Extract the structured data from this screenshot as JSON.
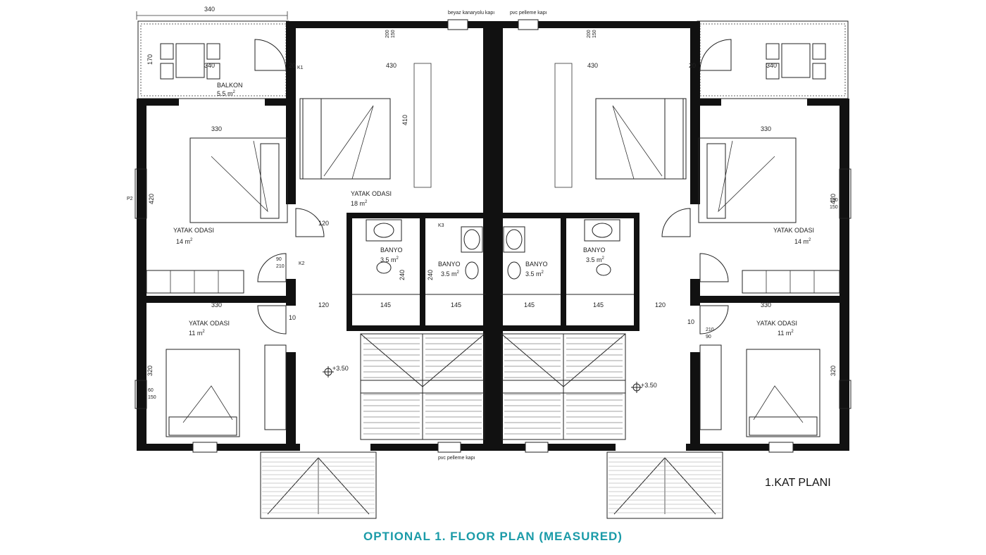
{
  "caption": "OPTIONAL 1. FLOOR PLAN (MEASURED)",
  "plan_title": "1.KAT PLANI",
  "colors": {
    "caption": "#1a9ba8",
    "walls": "#111111"
  },
  "rooms": {
    "balkon_name": "BALKON",
    "balkon_area": "5.5 m",
    "yatak_odasi": "YATAK ODASI",
    "area_18": "18 m",
    "area_14": "14 m",
    "area_11": "11 m",
    "banyo": "BANYO",
    "area_35": "3.5 m",
    "sup2": "2"
  },
  "dims": {
    "d340": "340",
    "d170": "170",
    "d430": "430",
    "d410": "410",
    "d330": "330",
    "d420": "420",
    "d120": "120",
    "d240": "240",
    "d145": "145",
    "d320": "320",
    "d10": "10",
    "d20": "20"
  },
  "openings": {
    "o200": "200",
    "o150": "150",
    "o210": "210",
    "o90": "90",
    "o60": "60",
    "o160": "160"
  },
  "markers": {
    "k1": "K1",
    "k2": "K2",
    "k3": "K3",
    "p2": "P2"
  },
  "level": "+3.50",
  "notes": {
    "top_a": "beyaz kanaryolu kapı",
    "top_b": "pvc pelleme kapı",
    "bot": "pvc pelleme kapı"
  }
}
